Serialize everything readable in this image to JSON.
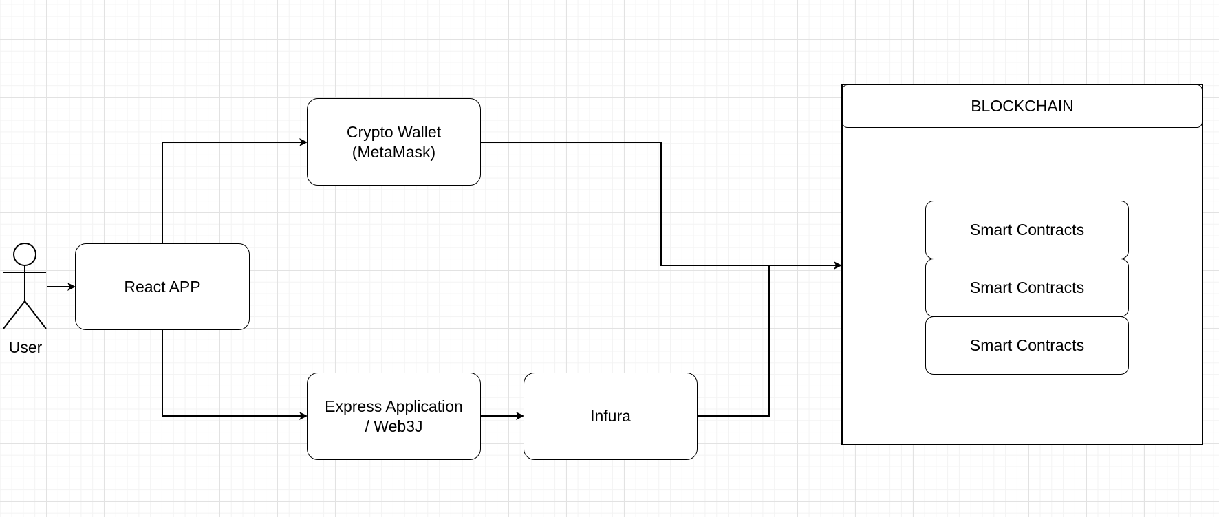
{
  "diagram": {
    "actor": {
      "label": "User"
    },
    "nodes": {
      "react_app": {
        "label": "React APP"
      },
      "crypto_wallet": {
        "line1": "Crypto Wallet",
        "line2": "(MetaMask)"
      },
      "express_app": {
        "line1": "Express Application",
        "line2": "/ Web3J"
      },
      "infura": {
        "label": "Infura"
      }
    },
    "blockchain": {
      "title": "BLOCKCHAIN",
      "contracts": [
        "Smart Contracts",
        "Smart Contracts",
        "Smart Contracts"
      ]
    },
    "edges": [
      {
        "from": "User",
        "to": "React APP"
      },
      {
        "from": "React APP",
        "to": "Crypto Wallet (MetaMask)"
      },
      {
        "from": "React APP",
        "to": "Express Application / Web3J"
      },
      {
        "from": "Express Application / Web3J",
        "to": "Infura"
      },
      {
        "from": "Crypto Wallet (MetaMask)",
        "to": "BLOCKCHAIN"
      },
      {
        "from": "Infura",
        "to": "BLOCKCHAIN"
      }
    ]
  }
}
